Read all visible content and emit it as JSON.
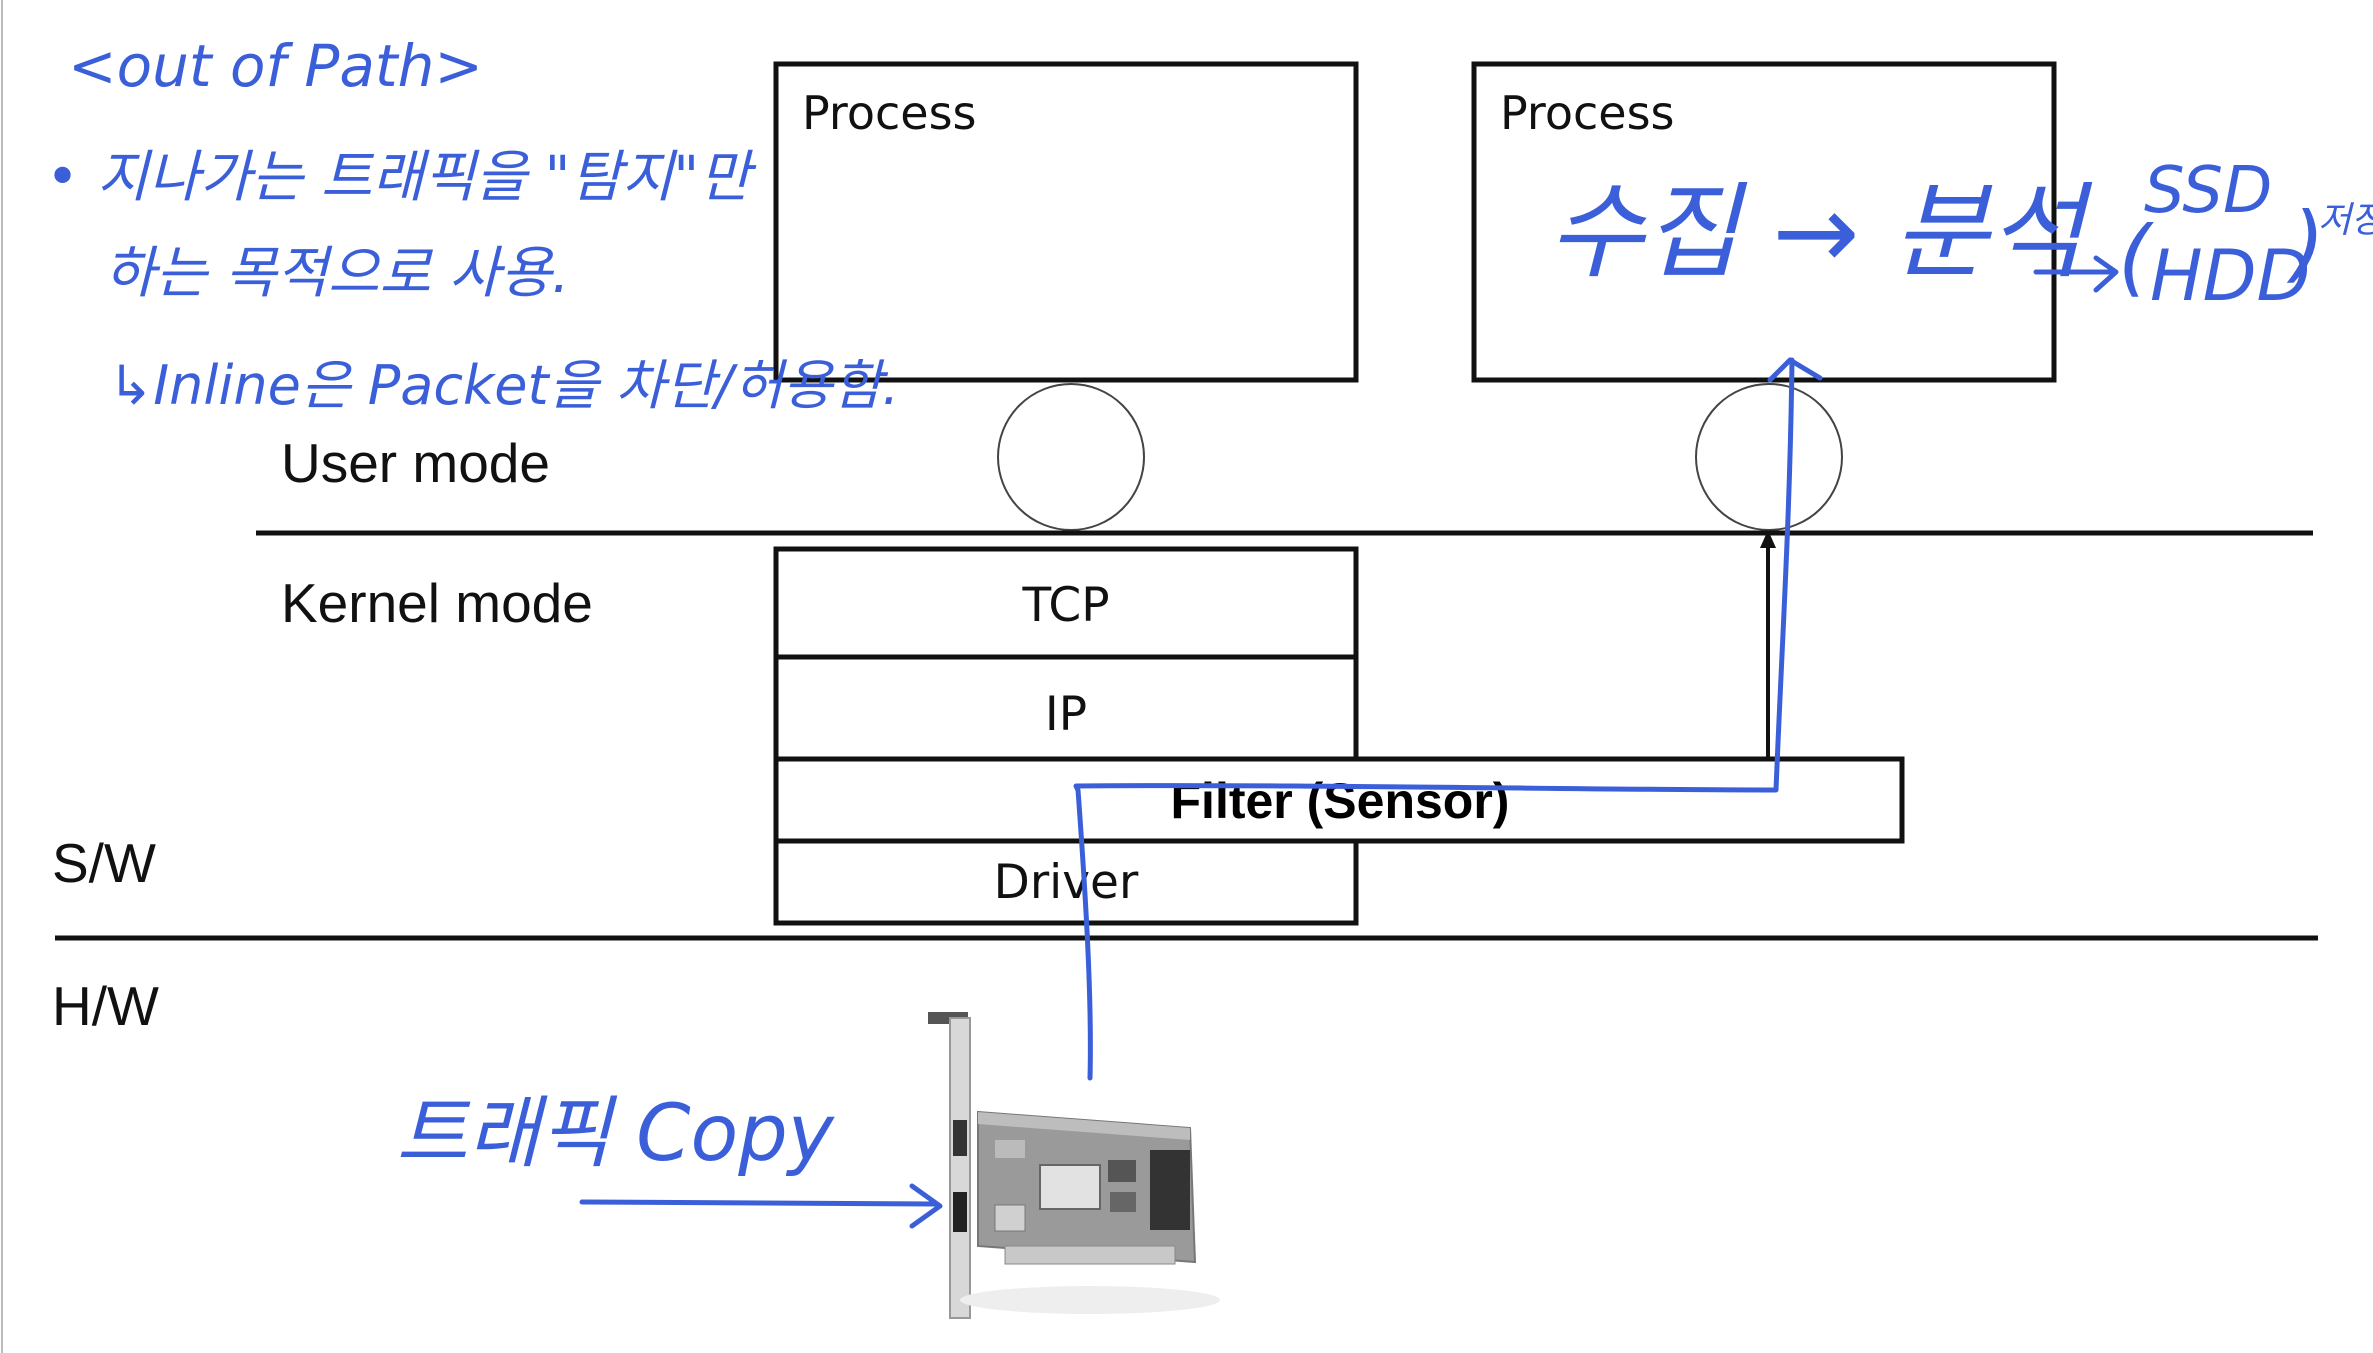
{
  "diagram": {
    "process_left": "Process",
    "process_right": "Process",
    "user_mode": "User mode",
    "kernel_mode": "Kernel mode",
    "tcp": "TCP",
    "ip": "IP",
    "filter": "Filter (Sensor)",
    "driver": "Driver",
    "sw": "S/W",
    "hw": "H/W"
  },
  "annotations": {
    "title": "<out of Path>",
    "bullet_line1": "• 지나가는 트래픽을 \"탐지\"만",
    "bullet_line2": "하는 목적으로 사용.",
    "bullet_line3": "↳Inline은 Packet을 차단/허용함.",
    "collect_analyze": "수집 → 분석",
    "ssd": "SSD",
    "hdd": "HDD",
    "store": "저장",
    "traffic_copy": "트래픽 Copy"
  },
  "icons": {
    "nic": "network-card-icon"
  },
  "colors": {
    "ink": "#3b5fd9",
    "line": "#111111"
  }
}
